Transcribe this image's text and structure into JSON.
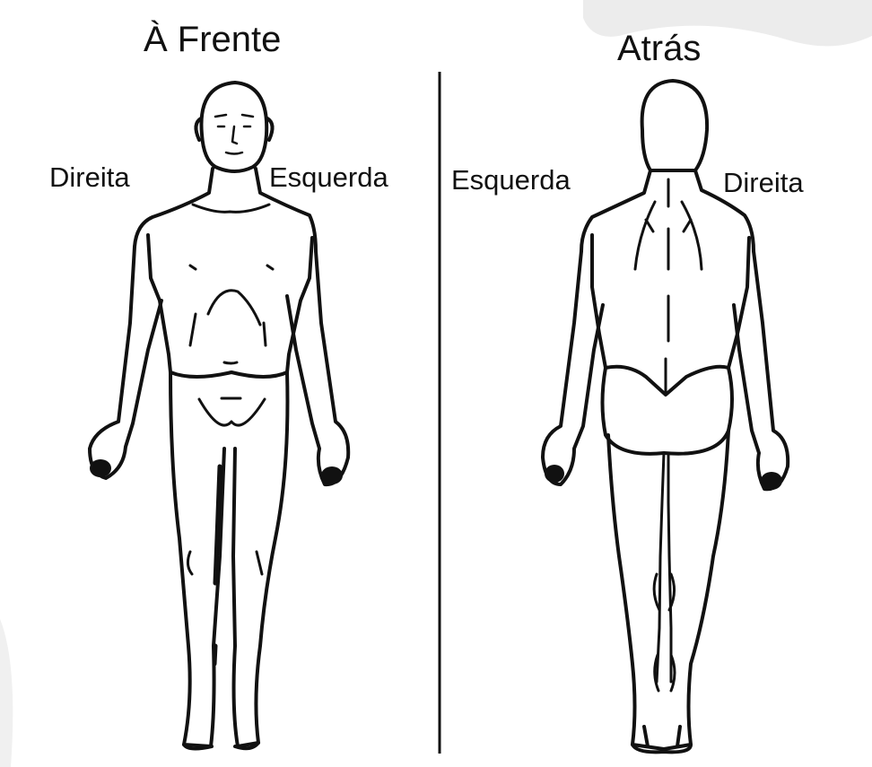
{
  "front": {
    "title": "À Frente",
    "right_label": "Direita",
    "left_label": "Esquerda"
  },
  "back": {
    "title": "Atrás",
    "left_label": "Esquerda",
    "right_label": "Direita"
  },
  "colors": {
    "stroke": "#111111",
    "background": "#ffffff",
    "corner_decoration": "#ececec"
  }
}
